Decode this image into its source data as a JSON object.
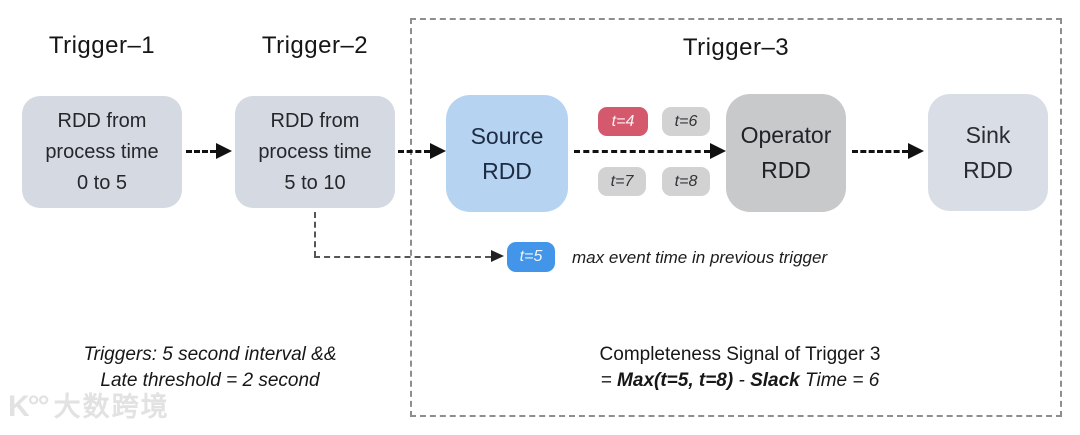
{
  "triggers": [
    {
      "label": "Trigger–1"
    },
    {
      "label": "Trigger–2"
    },
    {
      "label": "Trigger–3"
    }
  ],
  "boxes": {
    "rdd1": {
      "lines": [
        "RDD from",
        "process time",
        "0 to 5"
      ]
    },
    "rdd2": {
      "lines": [
        "RDD from",
        "process time",
        "5 to 10"
      ]
    },
    "source": {
      "lines": [
        "Source",
        "RDD"
      ]
    },
    "operator": {
      "lines": [
        "Operator",
        "RDD"
      ]
    },
    "sink": {
      "lines": [
        "Sink",
        "RDD"
      ]
    }
  },
  "badges": {
    "t4": "t=4",
    "t5": "t=5",
    "t6": "t=6",
    "t7": "t=7",
    "t8": "t=8"
  },
  "annotations": {
    "max_event_time": "max event time in previous trigger",
    "trigger_note": {
      "line1": "Triggers: 5 second interval &&",
      "line2": "Late threshold = 2 second"
    },
    "completeness": {
      "line1": "Completeness Signal of Trigger 3",
      "line2_segments": [
        {
          "text": "= "
        },
        {
          "text": "Max(t=5, t=8)"
        },
        {
          "text": " -  "
        },
        {
          "text": "Slack"
        },
        {
          "text": " Time = 6"
        }
      ]
    }
  },
  "watermark": {
    "logo": "K°°",
    "text": "大数跨境"
  },
  "colors": {
    "source_box": "#b6d4f2",
    "operator_box": "#c8c9cb",
    "rdd_box": "#d5d9e2",
    "sink_box": "#d9dde5",
    "badge_red": "#d4596d",
    "badge_gray": "#d2d2d2",
    "badge_blue": "#4295e8",
    "arrow": "#111111",
    "dashed_border": "#8e8e8e"
  }
}
